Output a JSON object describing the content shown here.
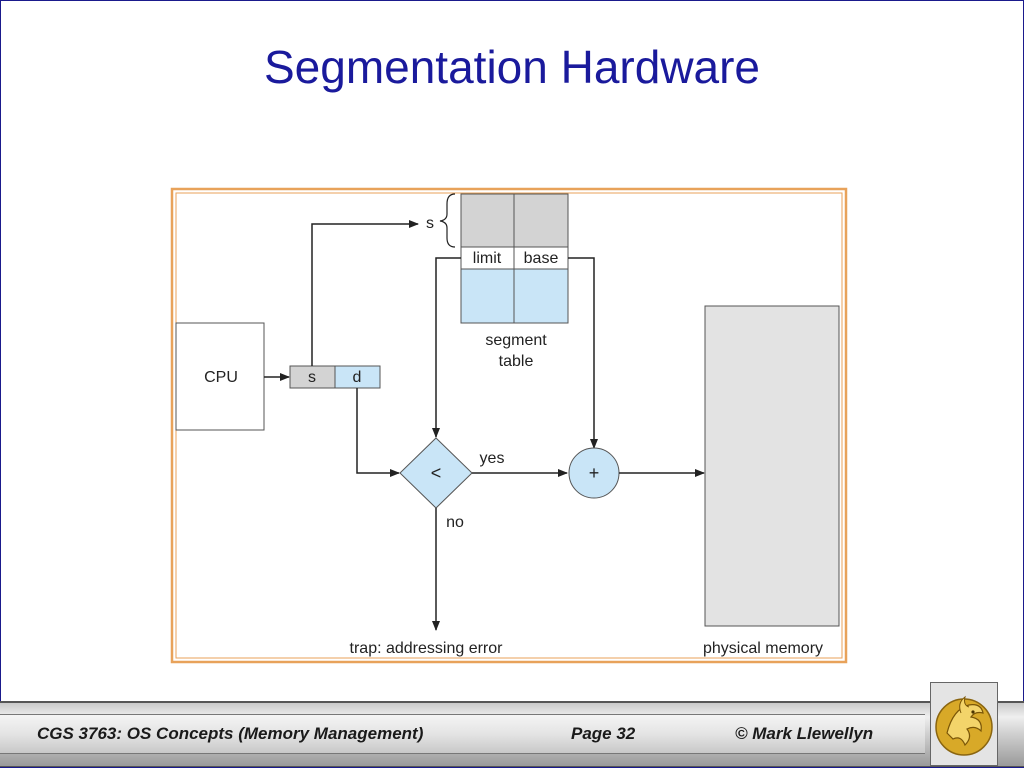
{
  "slide": {
    "title": "Segmentation Hardware"
  },
  "diagram": {
    "cpu_label": "CPU",
    "address_s": "s",
    "address_d": "d",
    "segment_index_label": "s",
    "limit_label": "limit",
    "base_label": "base",
    "segment_table_line1": "segment",
    "segment_table_line2": "table",
    "compare_symbol": "<",
    "add_symbol": "+",
    "yes_label": "yes",
    "no_label": "no",
    "trap_label": "trap: addressing error",
    "physical_memory_label": "physical memory"
  },
  "footer": {
    "course": "CGS 3763: OS Concepts  (Memory Management)",
    "page": "Page 32",
    "copyright": "© Mark Llewellyn"
  },
  "colors": {
    "title": "#1a1a9c",
    "frame_orange": "#e8a25a",
    "cell_blue": "#c9e5f7",
    "cell_gray": "#d3d3d3"
  },
  "icons": {
    "logo": "gold-pegasus-logo-icon"
  }
}
